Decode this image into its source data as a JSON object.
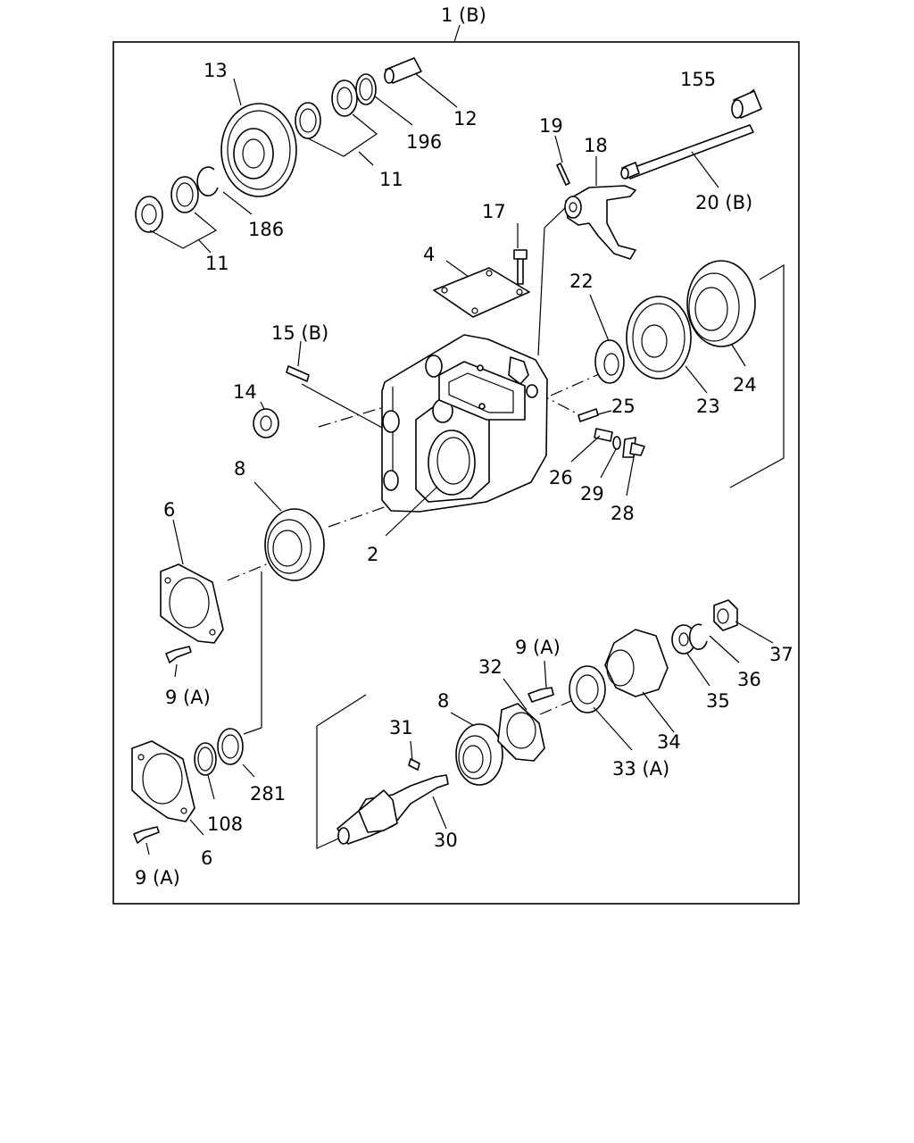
{
  "labels": {
    "assembly": "1 (B)",
    "housing": "2",
    "cover": "4",
    "flange_upper": "6",
    "flange_lower": "6",
    "bearing_upper": "8",
    "bearing_lower": "8",
    "bolt_upper": "9 (A)",
    "bolt_lower": "9 (A)",
    "bolt_mid": "9 (A)",
    "bearing_set_left": "11",
    "bearing_set_right": "11",
    "pin_12": "12",
    "gear_13": "13",
    "spacer_14": "14",
    "pin_15": "15 (B)",
    "bolt_17": "17",
    "fork_18": "18",
    "pin_19": "19",
    "shaft_20": "20 (B)",
    "washer_22": "22",
    "gear_23": "23",
    "sleeve_24": "24",
    "pin_25": "25",
    "spring_26": "26",
    "bolt_28": "28",
    "washer_29": "29",
    "shaft_30": "30",
    "key_31": "31",
    "retainer_32": "32",
    "seal_33": "33 (A)",
    "flange_34": "34",
    "washer_35": "35",
    "ring_36": "36",
    "nut_37": "37",
    "ring_108": "108",
    "plug_155": "155",
    "ring_186": "186",
    "ring_196": "196",
    "ring_281": "281"
  }
}
